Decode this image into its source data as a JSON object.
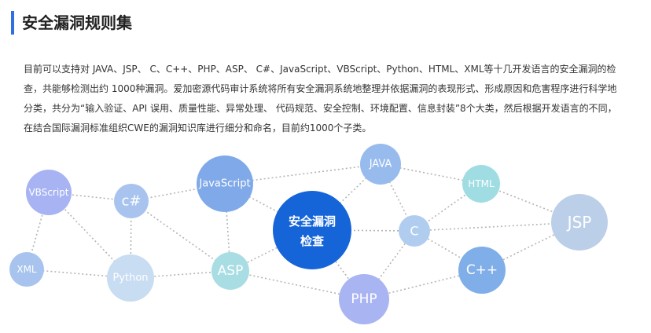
{
  "header": {
    "title": "安全漏洞规则集"
  },
  "description": "目前可以支持对 JAVA、JSP、 C、C++、PHP、ASP、 C#、JavaScript、VBScript、Python、HTML、XML等十几开发语言的安全漏洞的检查，共能够检测出约 1000种漏洞。爱加密源代码审计系统将所有安全漏洞系统地整理并依据漏洞的表现形式、形成原因和危害程序进行科学地分类，共分为“输入验证、API 误用、质量性能、异常处理、 代码规范、安全控制、环境配置、信息封装”8个大类，然后根据开发语言的不同，在结合国际漏洞标准组织CWE的漏洞知识库进行细分和命名，目前约1000个子类。",
  "diagram": {
    "center": {
      "line1": "安全漏洞",
      "line2": "检查",
      "color": "#1565d8"
    },
    "nodes": [
      {
        "id": "vbscript",
        "label": "VBScript",
        "color": "#a8b3f3"
      },
      {
        "id": "csharp",
        "label": "c#",
        "color": "#a8c4ee"
      },
      {
        "id": "javascript",
        "label": "JavaScript",
        "color": "#7fa9e8"
      },
      {
        "id": "java",
        "label": "JAVA",
        "color": "#98bbee"
      },
      {
        "id": "html",
        "label": "HTML",
        "color": "#9fdde3"
      },
      {
        "id": "jsp",
        "label": "JSP",
        "color": "#bccfe8"
      },
      {
        "id": "c",
        "label": "C",
        "color": "#b0cdf0"
      },
      {
        "id": "cpp",
        "label": "C++",
        "color": "#80aee8"
      },
      {
        "id": "php",
        "label": "PHP",
        "color": "#a9b4f2"
      },
      {
        "id": "asp",
        "label": "ASP",
        "color": "#a8dde3"
      },
      {
        "id": "python",
        "label": "Python",
        "color": "#c8dcf2"
      },
      {
        "id": "xml",
        "label": "XML",
        "color": "#a8c4ee"
      }
    ],
    "edges": [
      [
        "vbscript",
        "csharp"
      ],
      [
        "vbscript",
        "xml"
      ],
      [
        "vbscript",
        "python"
      ],
      [
        "csharp",
        "javascript"
      ],
      [
        "csharp",
        "python"
      ],
      [
        "csharp",
        "asp"
      ],
      [
        "javascript",
        "java"
      ],
      [
        "javascript",
        "center"
      ],
      [
        "javascript",
        "asp"
      ],
      [
        "java",
        "center"
      ],
      [
        "java",
        "html"
      ],
      [
        "java",
        "c"
      ],
      [
        "html",
        "jsp"
      ],
      [
        "html",
        "c"
      ],
      [
        "c",
        "jsp"
      ],
      [
        "c",
        "center"
      ],
      [
        "c",
        "cpp"
      ],
      [
        "c",
        "php"
      ],
      [
        "cpp",
        "jsp"
      ],
      [
        "cpp",
        "php"
      ],
      [
        "center",
        "asp"
      ],
      [
        "center",
        "php"
      ],
      [
        "asp",
        "python"
      ],
      [
        "asp",
        "php"
      ],
      [
        "python",
        "xml"
      ]
    ]
  }
}
